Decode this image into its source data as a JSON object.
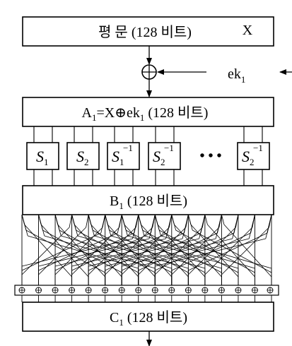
{
  "plaintext_block": {
    "label": "평 문 (128 비트)",
    "input_symbol": "X"
  },
  "key_input": {
    "base": "ek",
    "subscript": "1"
  },
  "a1_block": {
    "pre": "A",
    "sub1": "1",
    "mid": "=X⊕ek",
    "sub2": "1",
    "post": " (128 비트)"
  },
  "sboxes": [
    {
      "base": "S",
      "sub": "1",
      "sup": ""
    },
    {
      "base": "S",
      "sub": "2",
      "sup": ""
    },
    {
      "base": "S",
      "sub": "1",
      "sup": "−1"
    },
    {
      "base": "S",
      "sub": "2",
      "sup": "−1"
    },
    {
      "base": "S",
      "sub": "2",
      "sup": "−1"
    }
  ],
  "ellipsis": "• • •",
  "b1_block": {
    "base": "B",
    "sub": "1",
    "post": " (128 비트)"
  },
  "c1_block": {
    "base": "C",
    "sub": "1",
    "post": " (128 비트)"
  },
  "xor_symbol": "⊕"
}
